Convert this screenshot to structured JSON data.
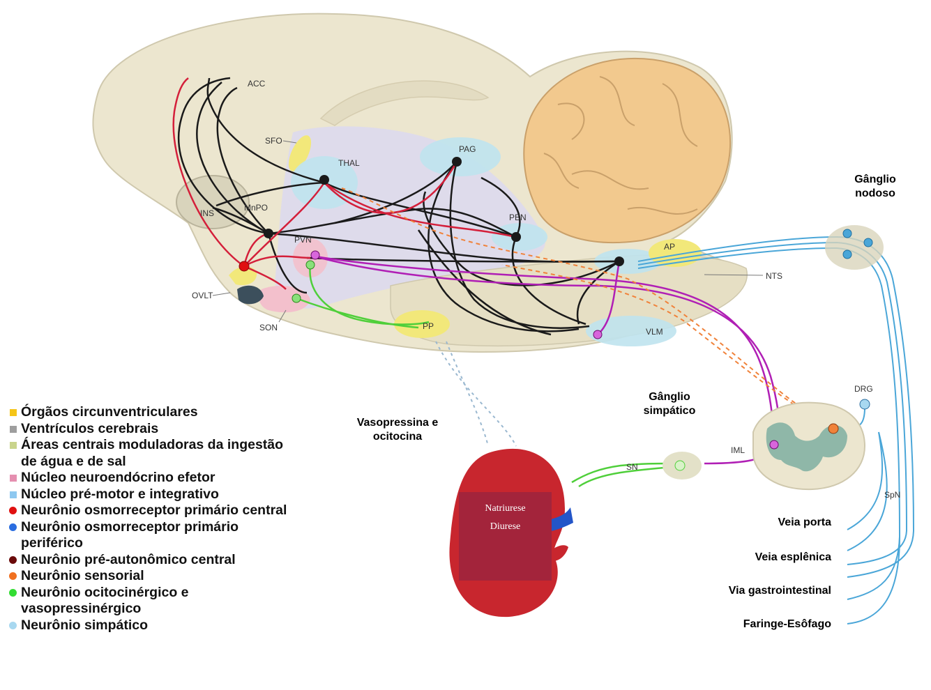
{
  "regions": {
    "acc": "ACC",
    "sfo": "SFO",
    "thal": "THAL",
    "pag": "PAG",
    "ins": "INS",
    "mnpo": "MnPO",
    "pbn": "PBN",
    "pvn": "PVN",
    "ap": "AP",
    "nts": "NTS",
    "ovlt": "OVLT",
    "son": "SON",
    "pp": "PP",
    "vlm": "VLM",
    "drg": "DRG",
    "iml": "IML",
    "sn": "SN",
    "spn": "SpN"
  },
  "callouts": {
    "ganglio_nodoso": "Gânglio nodoso",
    "ganglio_simpatico": "Gânglio simpático",
    "vasopressina": "Vasopressina e ocitocina"
  },
  "kidney": {
    "effect_1": "Natriurese",
    "effect_2": "Diurese"
  },
  "targets": [
    "Veia porta",
    "Veia esplênica",
    "Via gastrointestinal",
    "Faringe-Esôfago"
  ],
  "legend": [
    {
      "kind": "square",
      "color": "#f5c518",
      "label": "Órgãos circunventriculares"
    },
    {
      "kind": "square",
      "color": "#9e9e9e",
      "label": "Ventrículos cerebrais"
    },
    {
      "kind": "square",
      "color": "#c9d48c",
      "label": "Áreas centrais moduladoras da ingestão de água e de sal"
    },
    {
      "kind": "square",
      "color": "#e58fb0",
      "label": "Núcleo neuroendócrino efetor"
    },
    {
      "kind": "square",
      "color": "#8ec8f0",
      "label": "Núcleo pré-motor e integrativo"
    },
    {
      "kind": "dot",
      "color": "#e01010",
      "label": "Neurônio osmorreceptor primário central"
    },
    {
      "kind": "dot",
      "color": "#2a6de0",
      "label": "Neurônio osmorreceptor primário periférico"
    },
    {
      "kind": "dot",
      "color": "#6a0a0a",
      "label": "Neurônio pré-autonômico central"
    },
    {
      "kind": "dot",
      "color": "#f07020",
      "label": "Neurônio sensorial"
    },
    {
      "kind": "dot",
      "color": "#33dd33",
      "label": "Neurônio ocitocinérgico e vasopressinérgico"
    },
    {
      "kind": "dot",
      "color": "#a8d8f0",
      "label": "Neurônio simpático"
    }
  ],
  "colors": {
    "brain": "#ece6cf",
    "cerebellum": "#f2c98e",
    "nucleus_blue": "#bfe3ee",
    "circumventricular": "#f2e87a",
    "effector_pink": "#f3c0cc",
    "ventricle": "#d8d5ee",
    "kidney": "#c8262e",
    "red_axon": "#d41f3a",
    "black_axon": "#1a1a1a",
    "purple_axon": "#b01fb5",
    "green_axon": "#4fcf3a",
    "orange_axon": "#f0823a",
    "vagal_blue": "#4aa6d8"
  }
}
